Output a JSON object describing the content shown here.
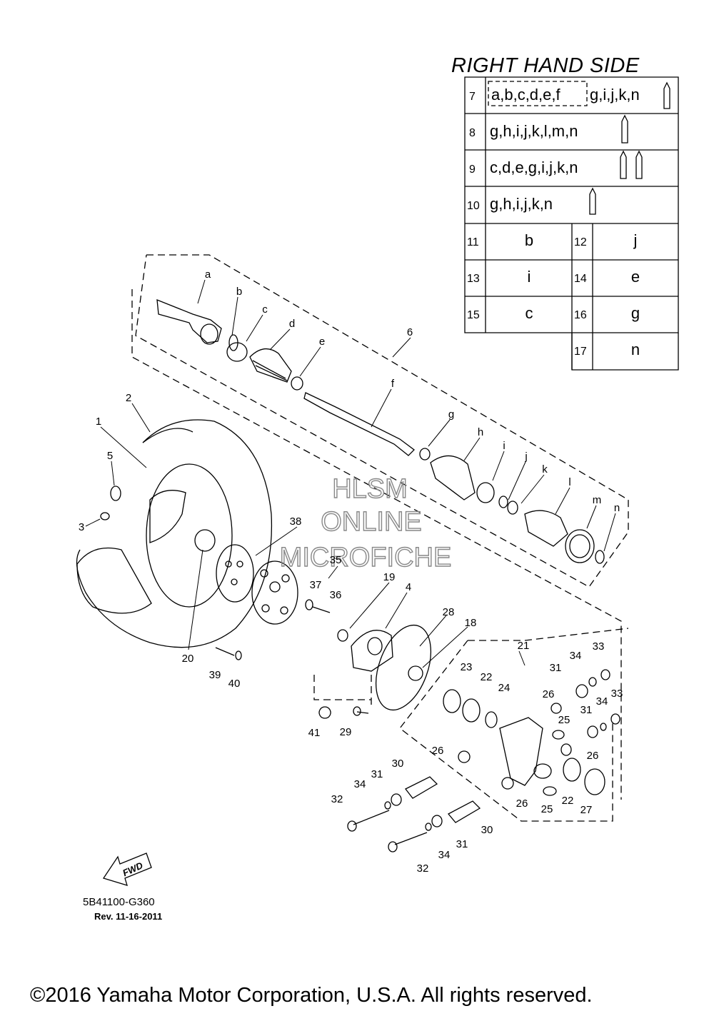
{
  "title": "RIGHT HAND SIDE",
  "table": {
    "rows": [
      {
        "num": "7",
        "parts_dashed": "a,b,c,d,e,f",
        "parts": "g,i,j,k,n",
        "grease": 1
      },
      {
        "num": "8",
        "parts": "g,h,i,j,k,l,m,n",
        "grease": 1
      },
      {
        "num": "9",
        "parts": "c,d,e,g,i,j,k,n",
        "grease": 2
      },
      {
        "num": "10",
        "parts": "g,h,i,j,k,n",
        "grease": 1
      }
    ],
    "pairs": [
      {
        "left_num": "11",
        "left_val": "b",
        "right_num": "12",
        "right_val": "j"
      },
      {
        "left_num": "13",
        "left_val": "i",
        "right_num": "14",
        "right_val": "e"
      },
      {
        "left_num": "15",
        "left_val": "c",
        "right_num": "16",
        "right_val": "g"
      },
      {
        "left_num": "",
        "left_val": "",
        "right_num": "17",
        "right_val": "n"
      }
    ]
  },
  "callouts": {
    "a": "a",
    "b": "b",
    "c": "c",
    "d": "d",
    "e": "e",
    "f": "f",
    "g": "g",
    "h": "h",
    "i": "i",
    "j": "j",
    "k": "k",
    "l": "l",
    "m": "m",
    "n": "n",
    "p1": "1",
    "p2": "2",
    "p3": "3",
    "p4": "4",
    "p5": "5",
    "p6": "6",
    "p18": "18",
    "p19": "19",
    "p20": "20",
    "p21": "21",
    "p22a": "22",
    "p22b": "22",
    "p23": "23",
    "p24": "24",
    "p25a": "25",
    "p25b": "25",
    "p26a": "26",
    "p26b": "26",
    "p26c": "26",
    "p26d": "26",
    "p27": "27",
    "p28": "28",
    "p29": "29",
    "p30a": "30",
    "p30b": "30",
    "p31a": "31",
    "p31b": "31",
    "p31c": "31",
    "p31d": "31",
    "p32a": "32",
    "p32b": "32",
    "p33a": "33",
    "p33b": "33",
    "p34a": "34",
    "p34b": "34",
    "p34c": "34",
    "p34d": "34",
    "p35": "35",
    "p36": "36",
    "p37": "37",
    "p38": "38",
    "p39": "39",
    "p40": "40",
    "p41": "41"
  },
  "watermark": [
    "HLSM",
    "ONLINE",
    "MICROFICHE"
  ],
  "fwd_label": "FWD",
  "diagram_code": "5B41100-G360",
  "revision": "Rev.  11-16-2011",
  "copyright": "©2016 Yamaha Motor Corporation, U.S.A. All rights reserved."
}
